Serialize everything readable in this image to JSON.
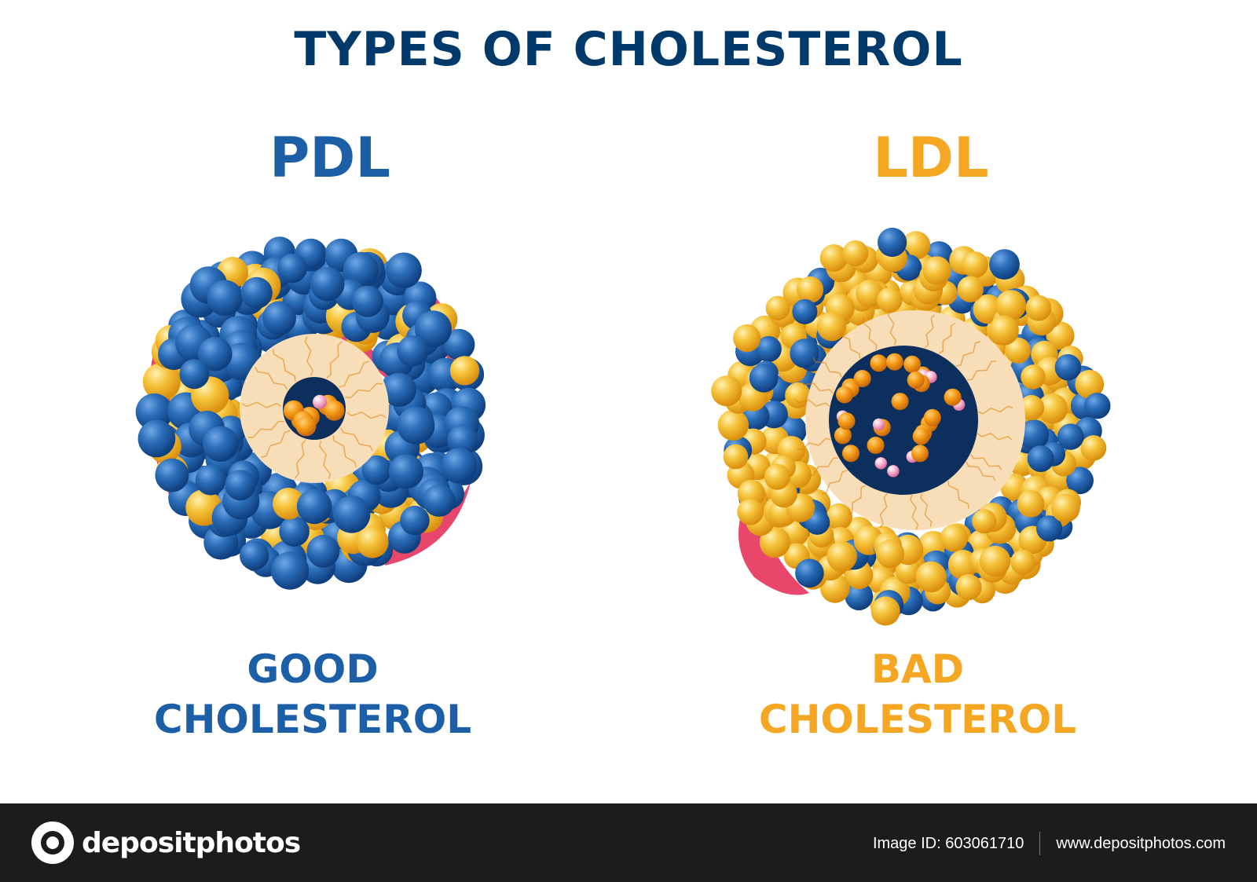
{
  "title": "TYPES OF CHOLESTEROL",
  "panels": {
    "left": {
      "label": "PDL",
      "caption_line1": "GOOD",
      "caption_line2": "CHOLESTEROL",
      "color": "#1d5fa6"
    },
    "right": {
      "label": "LDL",
      "caption_line1": "BAD",
      "caption_line2": "CHOLESTEROL",
      "color": "#f5a623"
    }
  },
  "colors": {
    "title": "#003a6b",
    "blue_sphere": "#1d5fa6",
    "gold_sphere": "#f2b31f",
    "pink_protein": "#e8476b",
    "core_navy": "#0d2f5e",
    "lipid_layer": "#f8deb8"
  },
  "footer": {
    "brand": "depositphotos",
    "image_id": "Image ID: 603061710",
    "url": "www.depositphotos.com"
  }
}
